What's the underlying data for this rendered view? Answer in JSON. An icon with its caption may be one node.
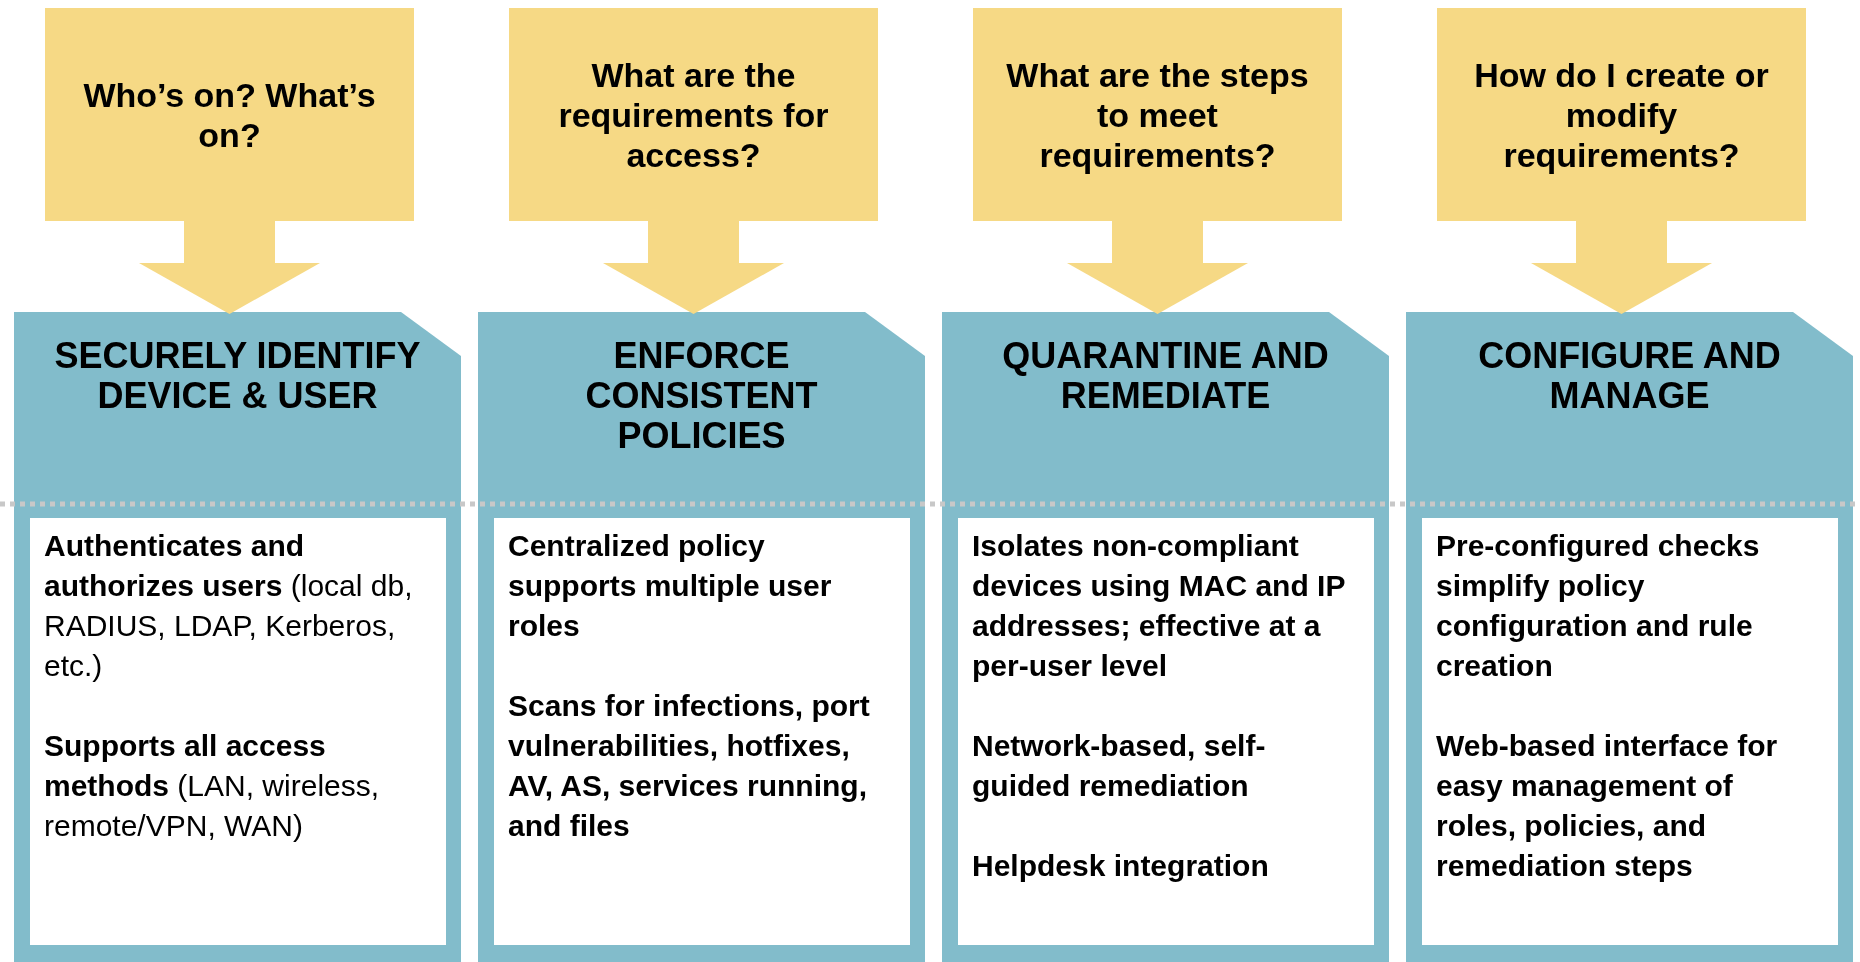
{
  "diagram": {
    "nodes": [
      {
        "text": [
          "Who’s on? What’s on?"
        ]
      },
      {
        "text": [
          "SECURELY IDENTIFY DEVICE & USER"
        ]
      },
      {
        "text": [
          "**Authenticates and authorizes users** (local db, RADIUS, LDAP, Kerberos, etc.)",
          "**Supports all access methods** (LAN, wireless, remote/VPN, WAN)"
        ],
        "in": 1
      },
      {
        "text": [
          "What are the requirements for access?"
        ]
      },
      {
        "text": [
          "ENFORCE CONSISTENT POLICIES"
        ]
      },
      {
        "text": [
          "Centralized policy supports multiple user roles",
          "Scans for infections, port vulnerabilities, hotfixes, AV, AS, services running, and files"
        ],
        "in": 4
      },
      {
        "text": [
          "What are the steps to meet requirements?"
        ]
      },
      {
        "text": [
          "QUARANTINE AND REMEDIATE"
        ]
      },
      {
        "text": [
          "Isolates non-compliant devices using MAC and IP addresses; effective at a per-user level",
          "Network-based, self-guided remediation",
          "Helpdesk integration"
        ],
        "in": 7
      },
      {
        "text": [
          "How do I create or modify requirements?"
        ]
      },
      {
        "text": [
          "CONFIGURE AND MANAGE"
        ]
      },
      {
        "text": [
          "Pre-configured checks simplify policy configuration and rule creation",
          "Web-based interface for easy management of roles, policies, and remediation steps"
        ],
        "in": 10
      }
    ],
    "edges": [
      {
        "from": 0,
        "to": 1,
        "arrow": "to"
      },
      {
        "from": 3,
        "to": 4,
        "arrow": "to"
      },
      {
        "from": 6,
        "to": 7,
        "arrow": "to"
      },
      {
        "from": 9,
        "to": 10,
        "arrow": "to"
      }
    ]
  }
}
